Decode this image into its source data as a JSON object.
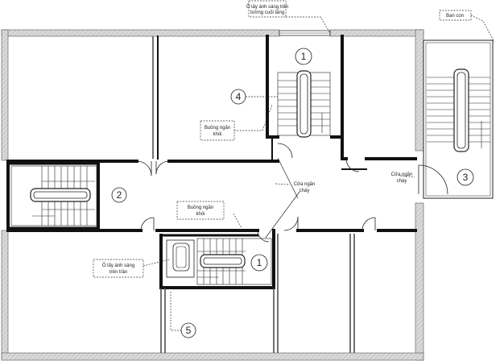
{
  "plan": {
    "callouts": {
      "top_window": [
        "Ô lấy ánh sáng trên",
        "tường cuối tầng"
      ],
      "balcony": [
        "Ban con"
      ],
      "smoke_shaft_upper": [
        "Buồng ngăn",
        "khói"
      ],
      "fire_door_corridor": [
        "Cửa ngăn",
        "cháy"
      ],
      "fire_door_right": [
        "Cửa ngăn",
        "cháy"
      ],
      "smoke_shaft_lower": [
        "Buồng ngăn",
        "khói"
      ],
      "light_well_lower": [
        "Ô lấy ánh sáng",
        "trên trần"
      ]
    },
    "numbers": {
      "stair_top": "1",
      "smoke_shaft": "4",
      "stair_left": "2",
      "stair_right": "3",
      "stair_bottom": "1",
      "light_well": "5"
    }
  }
}
